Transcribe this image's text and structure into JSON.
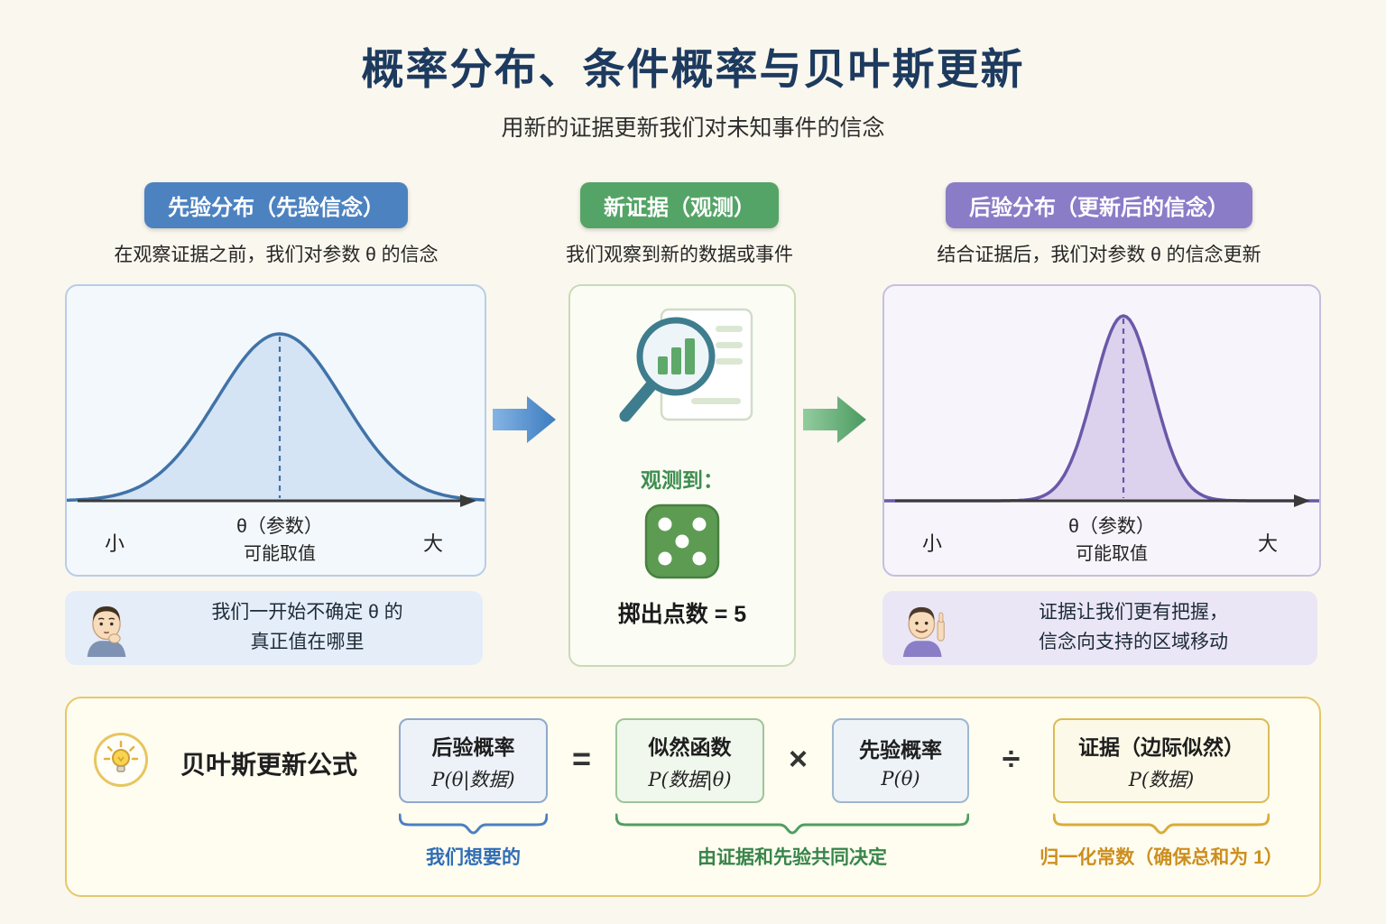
{
  "header": {
    "title": "概率分布、条件概率与贝叶斯更新",
    "subtitle": "用新的证据更新我们对未知事件的信念"
  },
  "prior": {
    "badge": "先验分布（先验信念）",
    "description": "在观察证据之前，我们对参数 θ 的信念",
    "axis_param": "θ（参数）",
    "axis_range": "可能取值",
    "axis_min": "小",
    "axis_max": "大",
    "caption_line1": "我们一开始不确定 θ 的",
    "caption_line2": "真正值在哪里"
  },
  "evidence": {
    "badge": "新证据（观测）",
    "description": "我们观察到新的数据或事件",
    "observed_label": "观测到：",
    "observed_value": "掷出点数 = 5"
  },
  "posterior": {
    "badge": "后验分布（更新后的信念）",
    "description": "结合证据后，我们对参数 θ 的信念更新",
    "axis_param": "θ（参数）",
    "axis_range": "可能取值",
    "axis_min": "小",
    "axis_max": "大",
    "caption_line1": "证据让我们更有把握，",
    "caption_line2": "信念向支持的区域移动"
  },
  "formula": {
    "heading": "贝叶斯更新公式",
    "posterior_name": "后验概率",
    "posterior_expr": "P(θ|数据)",
    "op_equals": "=",
    "likelihood_name": "似然函数",
    "likelihood_expr": "P(数据|θ)",
    "op_times": "×",
    "prior_name": "先验概率",
    "prior_expr": "P(θ)",
    "op_divide": "÷",
    "evidence_name": "证据（边际似然）",
    "evidence_expr": "P(数据)",
    "note_posterior": "我们想要的",
    "note_middle": "由证据和先验共同决定",
    "note_evidence": "归一化常数（确保总和为 1）"
  },
  "colors": {
    "background": "#faf7ee",
    "title": "#1d3a5f",
    "prior_accent": "#4d82c0",
    "evidence_accent": "#55a467",
    "posterior_accent": "#8b7cc8",
    "formula_border": "#e5c868",
    "note_blue": "#2f6db5",
    "note_green": "#38854a",
    "note_orange": "#cc8f1f"
  }
}
